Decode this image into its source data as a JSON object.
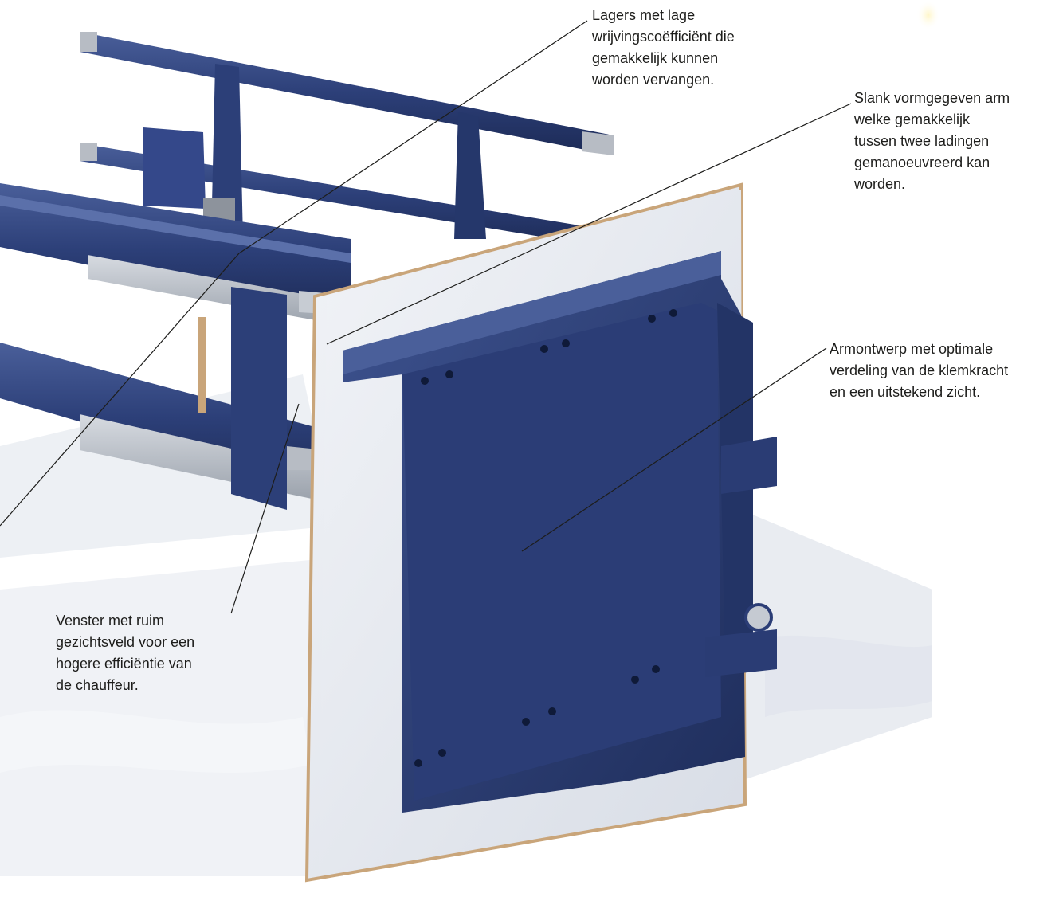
{
  "callouts": {
    "bearings": "Lagers met lage\nwrijvingscoëfficiënt die\ngemakkelijk kunnen\nworden vervangen.",
    "arm": "Slank vormgegeven arm\nwelke gemakkelijk\ntussen twee ladingen\ngemanoeuvreerd kan\nworden.",
    "arm_design": "Armontwerp met optimale\nverdeling van de klemkracht\nen een uitstekend zicht.",
    "window": "Venster met ruim\ngezichtsveld voor een\nhogere efficiëntie van\nde chauffeur."
  },
  "colors": {
    "frame_blue": "#2c3f78",
    "frame_blue_dark": "#1e2d5a",
    "frame_blue_light": "#4a5f9a",
    "pad_white": "#e9ecf2",
    "pad_edge": "#c9a57a",
    "steel": "#b9bec6",
    "leader_line": "#1d1d1b",
    "shadow": "#dfe3ea"
  }
}
